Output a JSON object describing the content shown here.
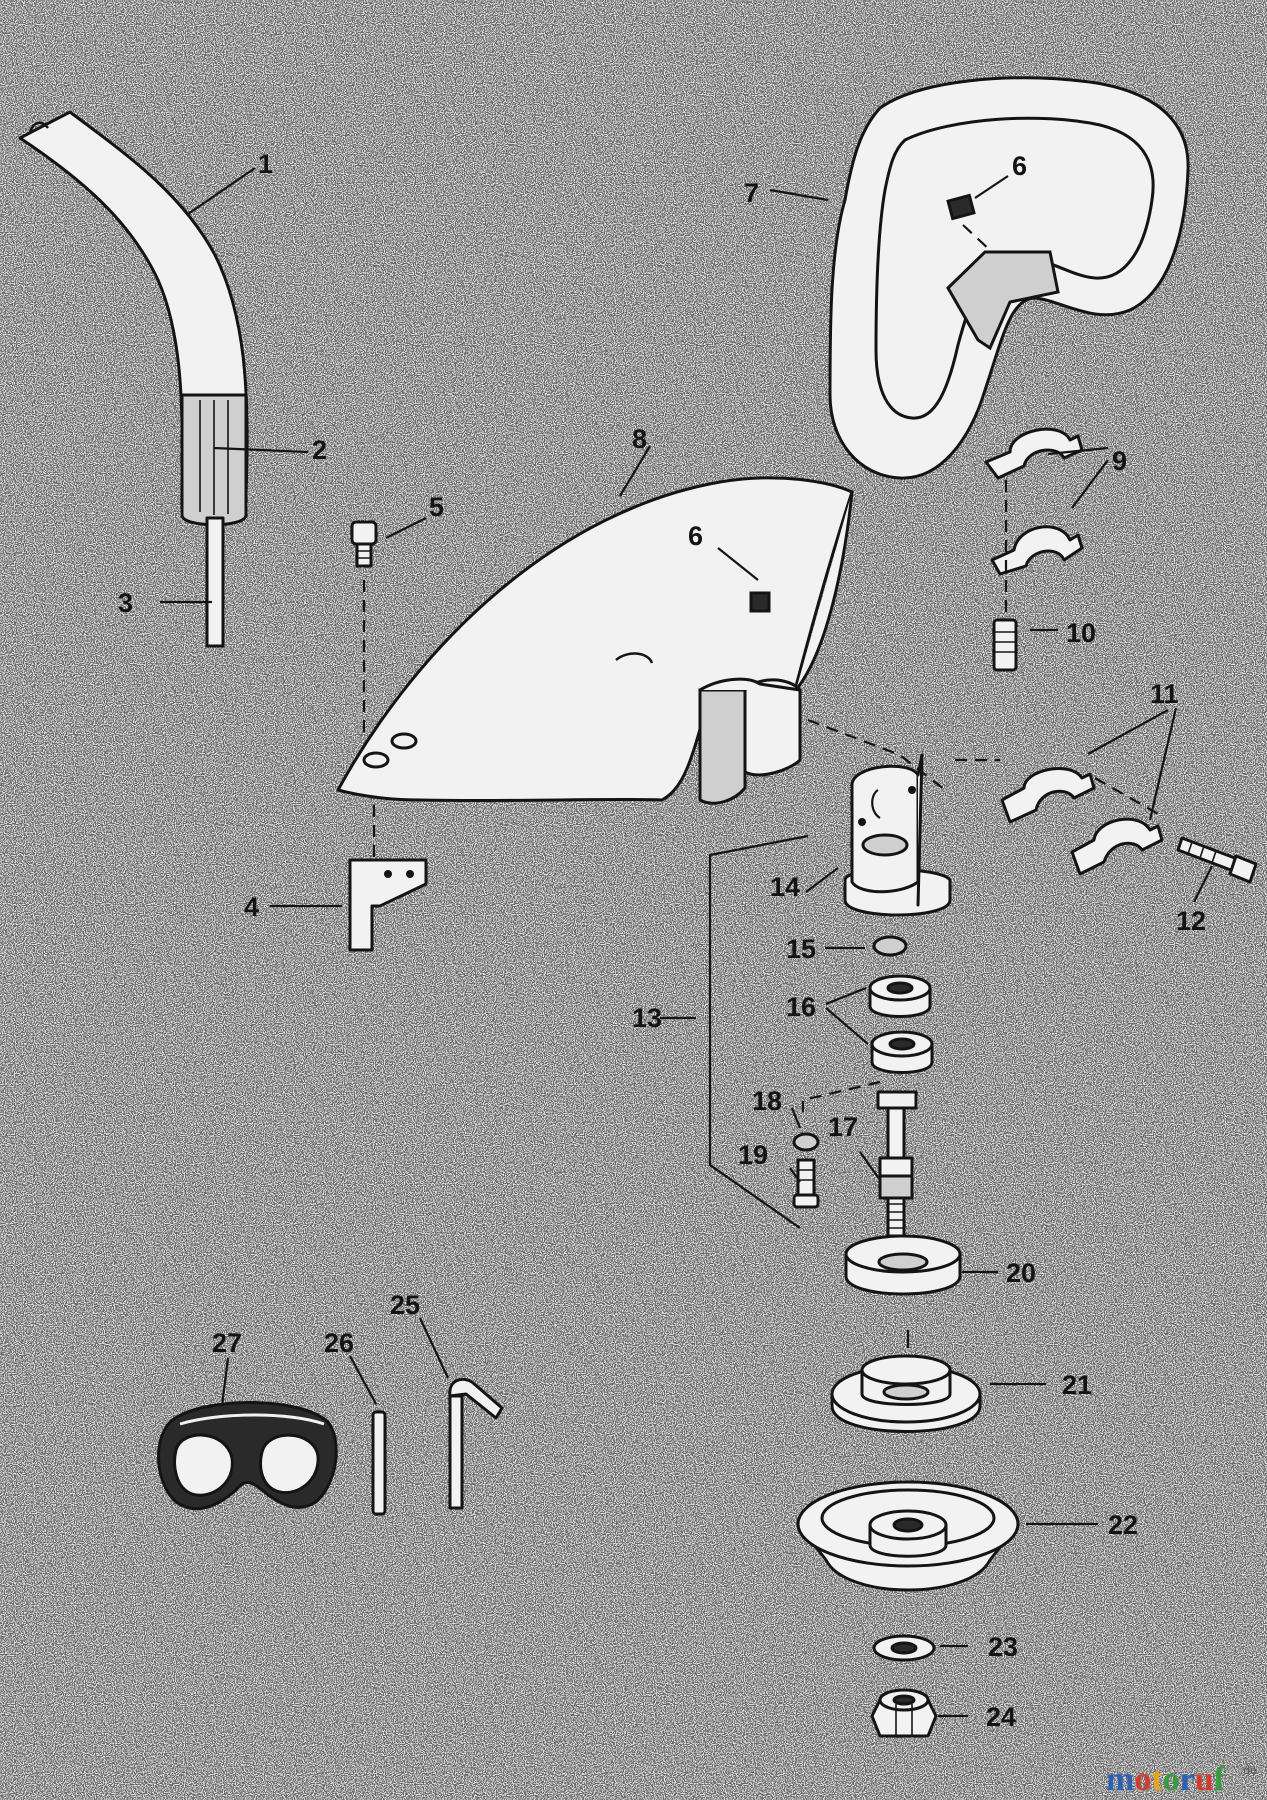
{
  "callouts": {
    "c1": "1",
    "c2": "2",
    "c3": "3",
    "c4": "4",
    "c5": "5",
    "c6a": "6",
    "c6b": "6",
    "c7": "7",
    "c8": "8",
    "c9": "9",
    "c10": "10",
    "c11": "11",
    "c12": "12",
    "c13": "13",
    "c14": "14",
    "c15": "15",
    "c16": "16",
    "c17": "17",
    "c18": "18",
    "c19": "19",
    "c20": "20",
    "c21": "21",
    "c22": "22",
    "c23": "23",
    "c24": "24",
    "c25": "25",
    "c26": "26",
    "c27": "27"
  },
  "watermark": {
    "letters": [
      "m",
      "o",
      "t",
      "o",
      "r",
      "u",
      "f"
    ],
    "letter_colors": [
      "#2b62b7",
      "#d63a2f",
      "#e8a21c",
      "#3a9a3f",
      "#2b62b7",
      "#d63a2f",
      "#3a9a3f"
    ],
    "suffix": ".de"
  },
  "colors": {
    "background": "#e4e4e4",
    "ink": "#141414"
  }
}
